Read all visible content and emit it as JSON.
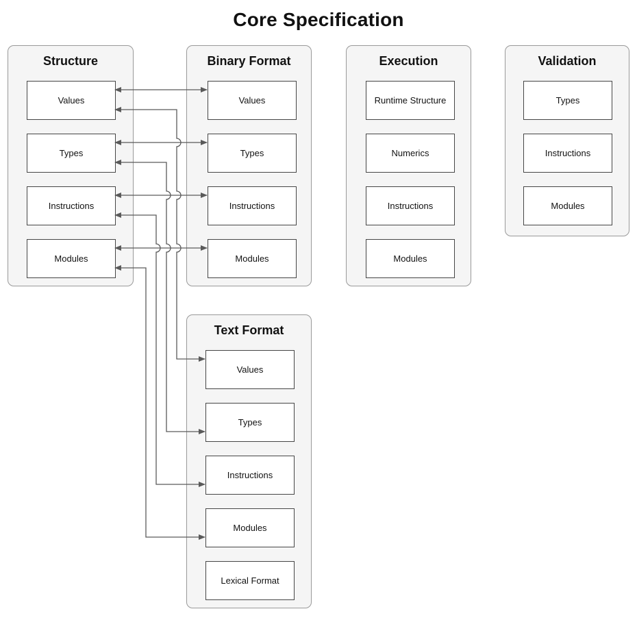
{
  "title": "Core Specification",
  "groups": [
    {
      "title": "Structure",
      "boxes": [
        "Values",
        "Types",
        "Instructions",
        "Modules"
      ]
    },
    {
      "title": "Binary Format",
      "boxes": [
        "Values",
        "Types",
        "Instructions",
        "Modules"
      ]
    },
    {
      "title": "Execution",
      "boxes": [
        "Runtime Structure",
        "Numerics",
        "Instructions",
        "Modules"
      ]
    },
    {
      "title": "Validation",
      "boxes": [
        "Types",
        "Instructions",
        "Modules"
      ]
    },
    {
      "title": "Text Format",
      "boxes": [
        "Values",
        "Types",
        "Instructions",
        "Modules",
        "Lexical Format"
      ]
    }
  ],
  "connections": [
    {
      "from": "Structure.Values",
      "to": "Binary Format.Values",
      "arrows": "both"
    },
    {
      "from": "Structure.Types",
      "to": "Binary Format.Types",
      "arrows": "both"
    },
    {
      "from": "Structure.Instructions",
      "to": "Binary Format.Instructions",
      "arrows": "both"
    },
    {
      "from": "Structure.Modules",
      "to": "Binary Format.Modules",
      "arrows": "both"
    },
    {
      "from": "Structure.Values",
      "to": "Text Format.Values",
      "arrows": "both"
    },
    {
      "from": "Structure.Types",
      "to": "Text Format.Types",
      "arrows": "both"
    },
    {
      "from": "Structure.Instructions",
      "to": "Text Format.Instructions",
      "arrows": "both"
    },
    {
      "from": "Structure.Modules",
      "to": "Text Format.Modules",
      "arrows": "both"
    }
  ],
  "colors": {
    "group_fill": "#f5f5f5",
    "group_border": "#999999",
    "node_border": "#454545",
    "node_fill": "#ffffff",
    "arrow": "#5a5a5a",
    "text": "#111111"
  }
}
